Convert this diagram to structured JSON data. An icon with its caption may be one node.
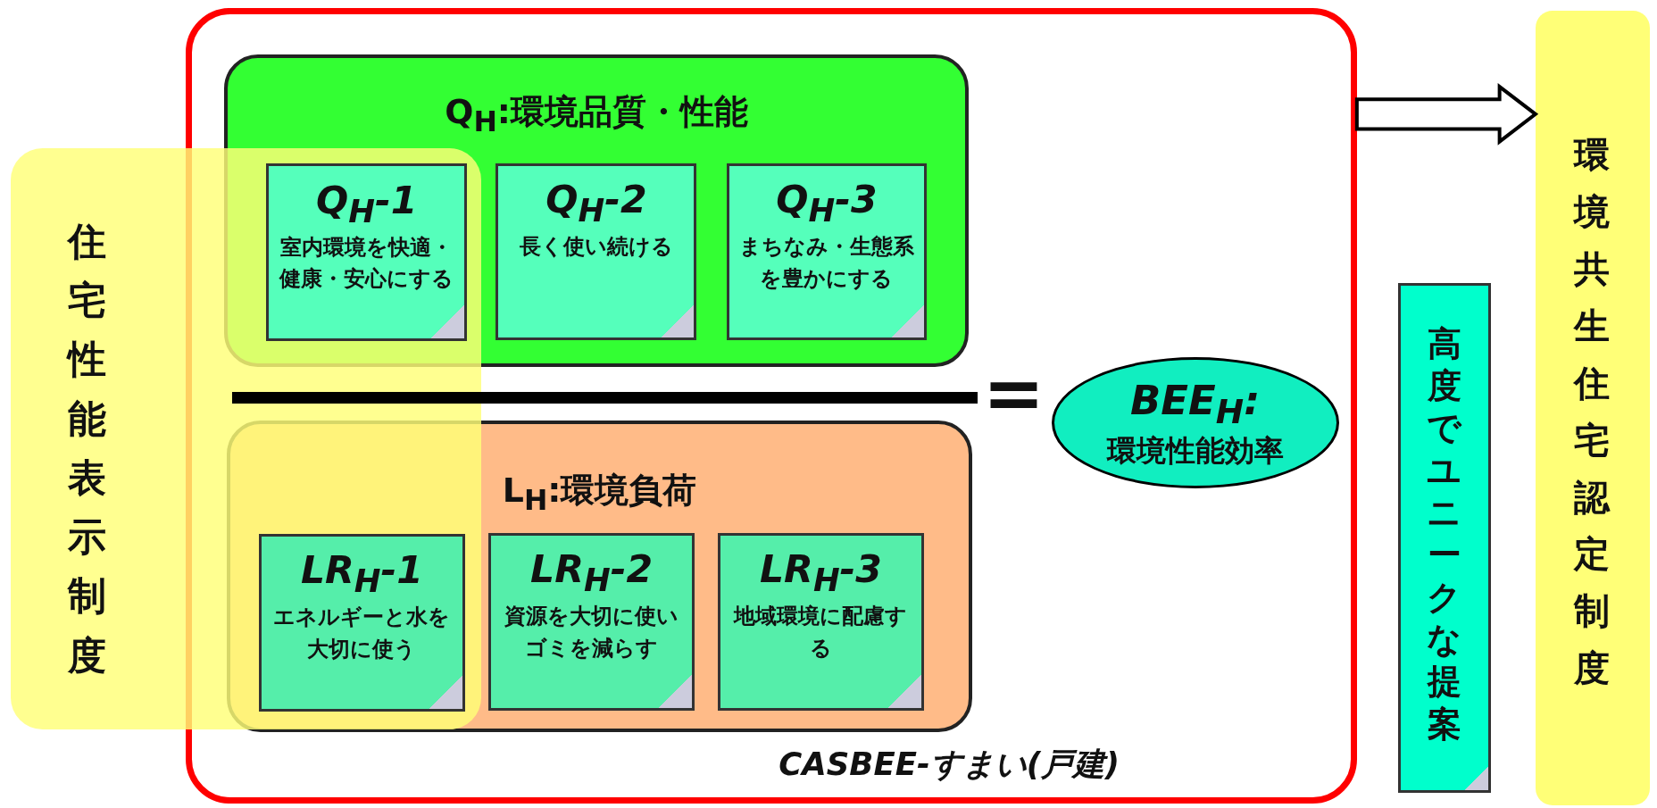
{
  "diagram": {
    "nodes": [
      {
        "text": [
          "CASBEE-すまい(戸建)"
        ]
      },
      {
        "text": [
          "住宅性能表示制度"
        ]
      },
      {
        "text": [
          "Q$_{H}$:環境品質・性能"
        ],
        "in": 0
      },
      {
        "text": [
          "Q$_{H}$-1",
          "室内環境を快適・健康・安心にする"
        ]
      },
      {
        "text": [
          "Q$_{H}$-2",
          "長く使い続ける"
        ],
        "in": 2
      },
      {
        "text": [
          "Q$_{H}$-3",
          "まちなみ・生態系を豊かにする"
        ],
        "in": 2
      },
      {
        "text": [
          "L$_{H}$:環境負荷"
        ],
        "in": 0
      },
      {
        "text": [
          "LR$_{H}$-1",
          "エネルギーと水を大切に使う"
        ]
      },
      {
        "text": [
          "LR$_{H}$-2",
          "資源を大切に使いゴミを減らす"
        ],
        "in": 6
      },
      {
        "text": [
          "LR$_{H}$-3",
          "地域環境に配慮する"
        ],
        "in": 6
      },
      {
        "text": [
          "BEE$_{H}$:",
          "環境性能効率"
        ],
        "in": 0
      },
      {
        "text": [
          "高度でユニークな提案"
        ]
      },
      {
        "text": [
          "環境共生住宅認定制度"
        ]
      }
    ],
    "edges": [
      {
        "from": 0,
        "to": 12,
        "arrow": "to"
      }
    ],
    "labels": [
      "="
    ]
  }
}
